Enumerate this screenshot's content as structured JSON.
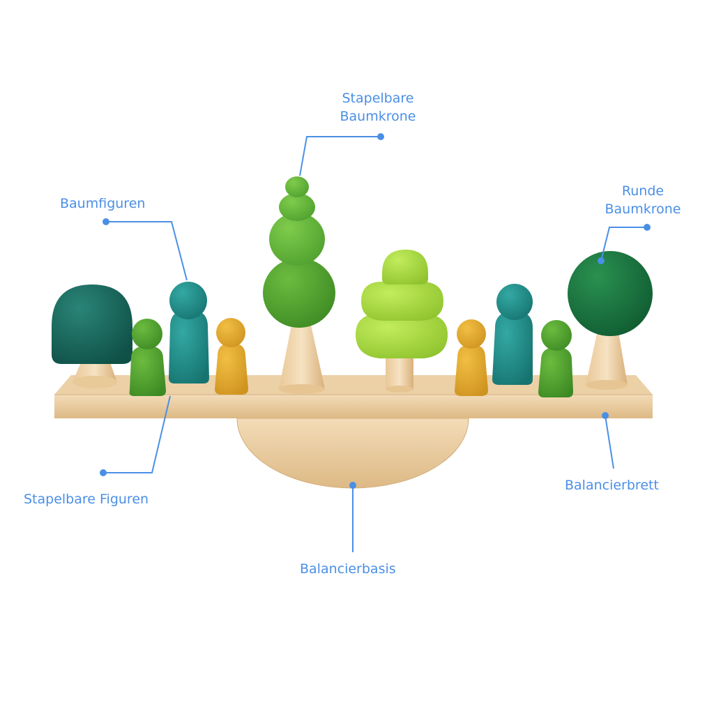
{
  "labels": {
    "stacking_crown": [
      "Stapelbare",
      "Baumkrone"
    ],
    "tree_figures": "Baumfiguren",
    "round_crown": [
      "Runde",
      "Baumkrone"
    ],
    "stacking_figures": "Stapelbare Figuren",
    "balance_board": "Balancierbrett",
    "balance_base": "Balancierbasis"
  },
  "colors": {
    "label": "#4a8fe6",
    "wood_light": "#efd5ad",
    "wood_mid": "#e2bf8c",
    "wood_dark": "#c99d63",
    "dark_teal": "#17675d",
    "teal": "#1f8f8b",
    "green": "#4f9f2f",
    "bright_green": "#62b93b",
    "lime": "#a7d941",
    "mustard": "#e2a72a"
  }
}
